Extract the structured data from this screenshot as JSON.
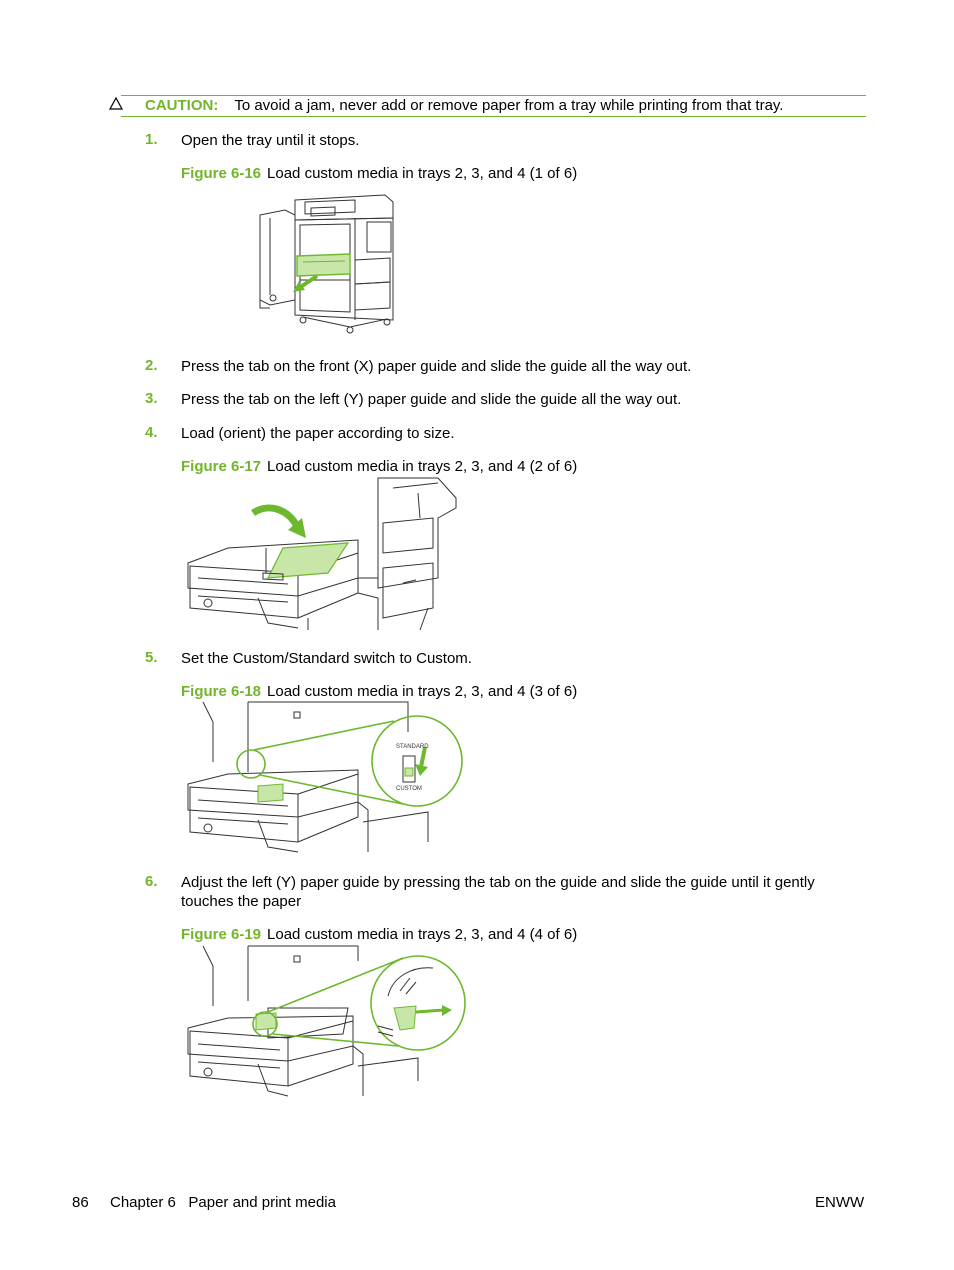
{
  "caution": {
    "label": "CAUTION:",
    "text": "To avoid a jam, never add or remove paper from a tray while printing from that tray."
  },
  "steps": [
    {
      "number": "1.",
      "text": "Open the tray until it stops."
    },
    {
      "number": "2.",
      "text": "Press the tab on the front (X) paper guide and slide the guide all the way out."
    },
    {
      "number": "3.",
      "text": "Press the tab on the left (Y) paper guide and slide the guide all the way out."
    },
    {
      "number": "4.",
      "text": "Load (orient) the paper according to size."
    },
    {
      "number": "5.",
      "text": "Set the Custom/Standard switch to Custom."
    },
    {
      "number": "6.",
      "text": "Adjust the left (Y) paper guide by pressing the tab on the guide and slide the guide until it gently touches the paper"
    }
  ],
  "figures": [
    {
      "label": "Figure 6-16",
      "caption": "Load custom media in trays 2, 3, and 4 (1 of 6)"
    },
    {
      "label": "Figure 6-17",
      "caption": "Load custom media in trays 2, 3, and 4 (2 of 6)"
    },
    {
      "label": "Figure 6-18",
      "caption": "Load custom media in trays 2, 3, and 4 (3 of 6)",
      "callout_top": "STANDARD",
      "callout_bottom": "CUSTOM"
    },
    {
      "label": "Figure 6-19",
      "caption": "Load custom media in trays 2, 3, and 4 (4 of 6)"
    }
  ],
  "footer": {
    "page_number": "86",
    "chapter": "Chapter 6   Paper and print media",
    "right": "ENWW"
  },
  "colors": {
    "accent": "#73b52a"
  }
}
